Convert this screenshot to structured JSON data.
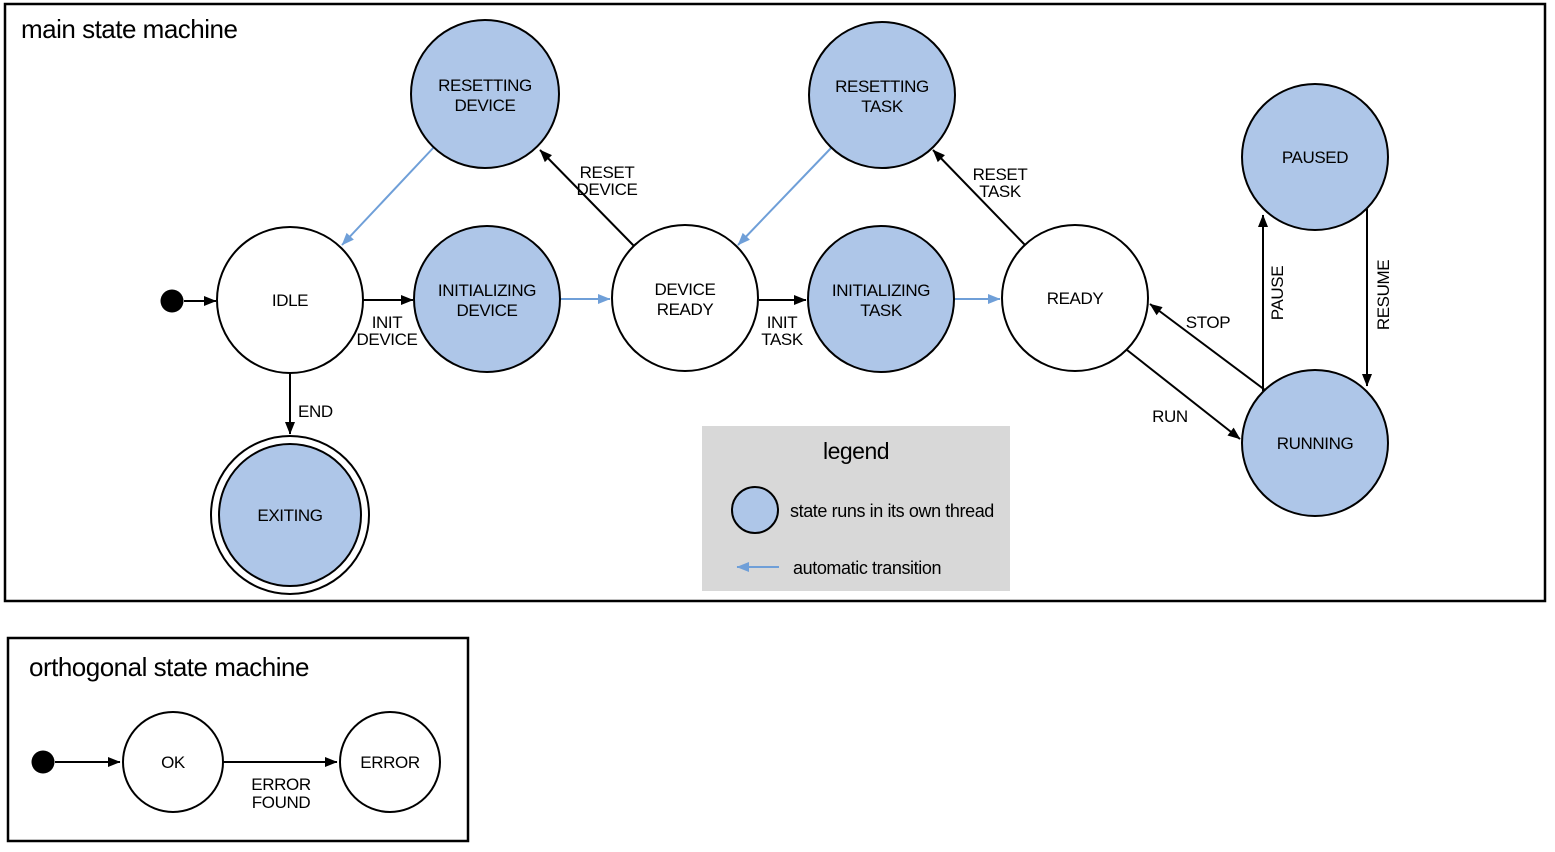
{
  "colors": {
    "state_fill": "#aec6e8",
    "auto_transition": "#6f9fd8",
    "legend_bg": "#d8d8d8",
    "line": "#000000"
  },
  "main": {
    "title": "main state machine",
    "states": {
      "resetting_device": {
        "l1": "RESETTING",
        "l2": "DEVICE"
      },
      "idle": {
        "l1": "IDLE"
      },
      "initializing_device": {
        "l1": "INITIALIZING",
        "l2": "DEVICE"
      },
      "device_ready": {
        "l1": "DEVICE",
        "l2": "READY"
      },
      "resetting_task": {
        "l1": "RESETTING",
        "l2": "TASK"
      },
      "initializing_task": {
        "l1": "INITIALIZING",
        "l2": "TASK"
      },
      "ready": {
        "l1": "READY"
      },
      "paused": {
        "l1": "PAUSED"
      },
      "running": {
        "l1": "RUNNING"
      },
      "exiting": {
        "l1": "EXITING"
      }
    },
    "transitions": {
      "init_device": {
        "l1": "INIT",
        "l2": "DEVICE"
      },
      "reset_device": {
        "l1": "RESET",
        "l2": "DEVICE"
      },
      "init_task": {
        "l1": "INIT",
        "l2": "TASK"
      },
      "reset_task": {
        "l1": "RESET",
        "l2": "TASK"
      },
      "stop": "STOP",
      "run": "RUN",
      "pause": "PAUSE",
      "resume": "RESUME",
      "end": "END"
    },
    "legend": {
      "title": "legend",
      "thread_label": "state runs in its own thread",
      "auto_label": "automatic transition"
    }
  },
  "orthogonal": {
    "title": "orthogonal state machine",
    "states": {
      "ok": "OK",
      "error": "ERROR"
    },
    "transitions": {
      "error_found": {
        "l1": "ERROR",
        "l2": "FOUND"
      }
    }
  }
}
